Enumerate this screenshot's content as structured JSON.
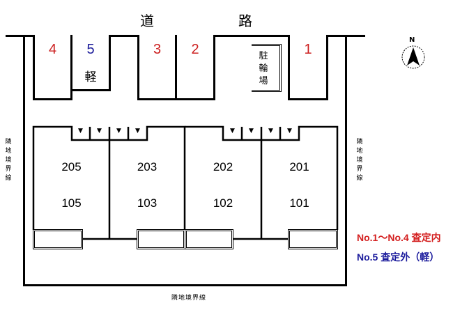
{
  "road": {
    "chars": [
      "道",
      "路"
    ],
    "label": "道路"
  },
  "compass": {
    "label": "N"
  },
  "parking_spaces": [
    {
      "id": "4",
      "label": "4",
      "color": "#cc1f1f"
    },
    {
      "id": "5",
      "label": "5",
      "sub_label": "軽",
      "color": "#1c1c9a"
    },
    {
      "id": "3",
      "label": "3",
      "color": "#cc1f1f"
    },
    {
      "id": "2",
      "label": "2",
      "color": "#cc1f1f"
    },
    {
      "id": "1",
      "label": "1",
      "color": "#cc1f1f"
    }
  ],
  "bicycle_parking": {
    "chars": [
      "駐",
      "輪",
      "場"
    ],
    "label": "駐輪場"
  },
  "units": {
    "upper": [
      "205",
      "203",
      "202",
      "201"
    ],
    "lower": [
      "105",
      "103",
      "102",
      "101"
    ]
  },
  "meter_marks": [
    "▼",
    "▼",
    "▼",
    "▼",
    "▼",
    "▼",
    "▼",
    "▼"
  ],
  "boundary": {
    "left_chars": [
      "隣",
      "地",
      "境",
      "界",
      "線"
    ],
    "right_chars": [
      "隣",
      "地",
      "境",
      "界",
      "線"
    ],
    "bottom_label": "隣地境界線"
  },
  "legend": {
    "line1": "No.1～No.4 査定内",
    "line1_color": "#d42020",
    "line2": "No.5 査定外（軽）",
    "line2_color": "#1a1a9c"
  }
}
